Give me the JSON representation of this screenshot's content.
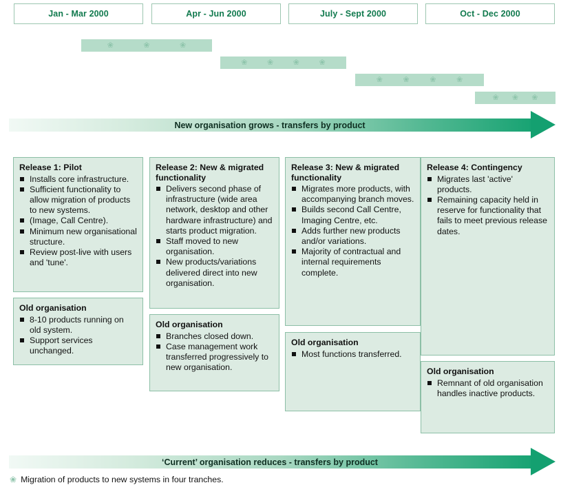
{
  "timeline": {
    "quarters": [
      {
        "label": "Jan - Mar 2000"
      },
      {
        "label": "Apr - Jun 2000"
      },
      {
        "label": "July - Sept 2000"
      },
      {
        "label": "Oct - Dec 2000"
      }
    ]
  },
  "tranches": [
    {
      "name": "tranche-1",
      "glyph": "❀",
      "marks": 3
    },
    {
      "name": "tranche-2",
      "glyph": "❀",
      "marks": 4
    },
    {
      "name": "tranche-3",
      "glyph": "❀",
      "marks": 4
    },
    {
      "name": "tranche-4",
      "glyph": "❀",
      "marks": 3
    }
  ],
  "arrows": {
    "top": {
      "label": "New organisation grows - transfers by product"
    },
    "bottom": {
      "label": "‘Current’ organisation reduces - transfers by product"
    }
  },
  "columns": [
    {
      "release": {
        "title": "Release 1: Pilot",
        "items": [
          "Installs core infrastructure.",
          "Sufficient functionality to allow migration of products to new systems.",
          "(Image, Call Centre).",
          "Minimum new organisational structure.",
          "Review post-live with users and 'tune'."
        ]
      },
      "old": {
        "title": "Old organisation",
        "items": [
          "8-10 products running on old system.",
          "Support services unchanged."
        ]
      }
    },
    {
      "release": {
        "title": "Release 2: New & migrated functionality",
        "items": [
          "Delivers second phase of infrastructure (wide area network, desktop and other hardware infrastructure) and starts product migration.",
          "Staff moved to new organisation.",
          "New products/variations delivered direct into new organisation."
        ]
      },
      "old": {
        "title": "Old organisation",
        "items": [
          "Branches closed down.",
          "Case management work transferred progressively to new organisation."
        ]
      }
    },
    {
      "release": {
        "title": "Release 3: New & migrated functionality",
        "items": [
          "Migrates more products, with accompanying branch moves.",
          "Builds second Call Centre, Imaging Centre, etc.",
          "Adds further new products and/or variations.",
          "Majority of contractual and internal requirements complete."
        ]
      },
      "old": {
        "title": "Old organisation",
        "items": [
          "Most functions transferred."
        ]
      }
    },
    {
      "release": {
        "title": "Release 4: Contingency",
        "items": [
          "Migrates last 'active' products.",
          "Remaining capacity held in reserve for functionality that fails to meet previous release dates."
        ]
      },
      "old": {
        "title": "Old organisation",
        "items": [
          "Remnant of old organisation handles inactive products."
        ]
      }
    }
  ],
  "legend": {
    "glyph": "❀",
    "text": "Migration of products to new systems in four tranches."
  },
  "colors": {
    "accent_green": "#117a4e",
    "arrow_green": "#14a070",
    "panel_fill": "#dcebe2",
    "panel_border": "#8cbfa6",
    "tranche_fill": "#b5dcc9"
  }
}
